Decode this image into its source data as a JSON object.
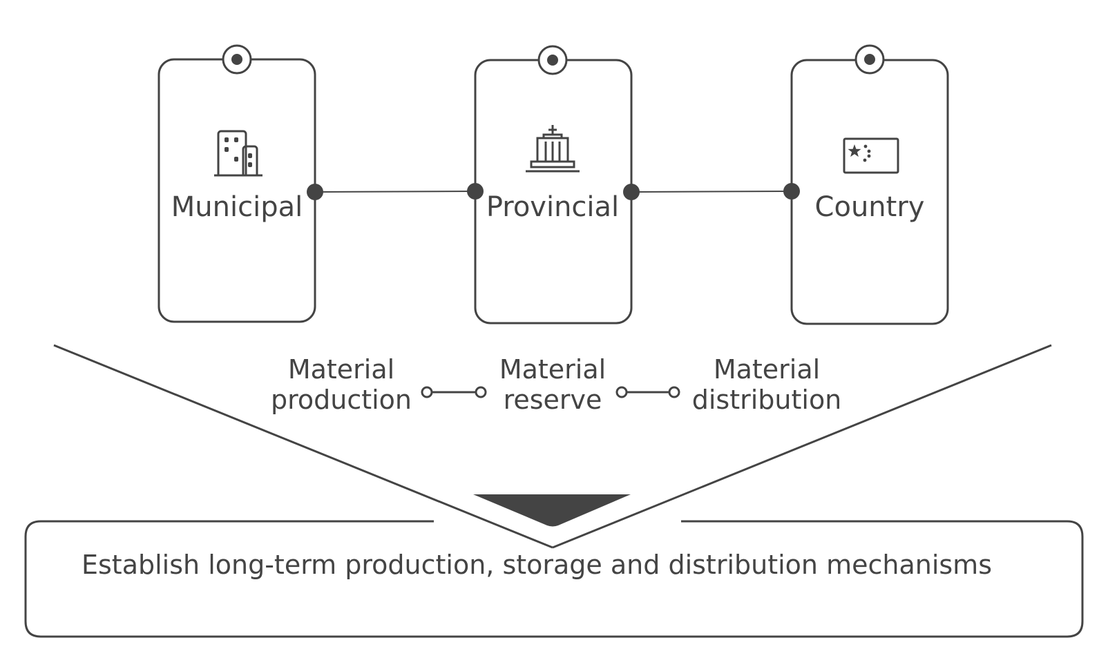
{
  "levels": [
    {
      "label": "Municipal",
      "icon": "buildings-icon"
    },
    {
      "label": "Provincial",
      "icon": "government-building-icon"
    },
    {
      "label": "Country",
      "icon": "china-flag-icon"
    }
  ],
  "steps": [
    {
      "line1": "Material",
      "line2": "production"
    },
    {
      "line1": "Material",
      "line2": "reserve"
    },
    {
      "line1": "Material",
      "line2": "distribution"
    }
  ],
  "conclusion": "Establish long-term production, storage and distribution mechanisms",
  "colors": {
    "ink": "#444444",
    "background": "#ffffff"
  }
}
